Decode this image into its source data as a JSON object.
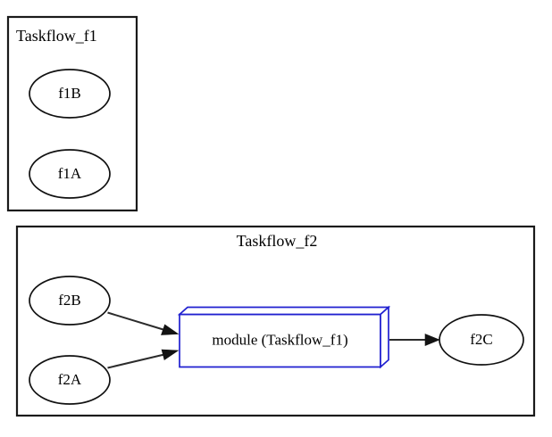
{
  "diagram": {
    "type": "graphviz-digraph",
    "background_color": "#ffffff",
    "default_stroke_color": "#111111",
    "accent_color": "#2020d0",
    "clusters": [
      {
        "id": "cluster_f1",
        "label": "Taskflow_f1",
        "label_align": "left",
        "nodes": [
          "f1B",
          "f1A"
        ]
      },
      {
        "id": "cluster_f2",
        "label": "Taskflow_f2",
        "label_align": "center",
        "nodes": [
          "f2B",
          "f2A",
          "module",
          "f2C"
        ]
      }
    ],
    "nodes": [
      {
        "id": "f1B",
        "label": "f1B",
        "shape": "ellipse",
        "cluster": "cluster_f1"
      },
      {
        "id": "f1A",
        "label": "f1A",
        "shape": "ellipse",
        "cluster": "cluster_f1"
      },
      {
        "id": "f2B",
        "label": "f2B",
        "shape": "ellipse",
        "cluster": "cluster_f2"
      },
      {
        "id": "f2A",
        "label": "f2A",
        "shape": "ellipse",
        "cluster": "cluster_f2"
      },
      {
        "id": "module",
        "label": "module (Taskflow_f1)",
        "shape": "box3d",
        "color": "#2020d0",
        "cluster": "cluster_f2"
      },
      {
        "id": "f2C",
        "label": "f2C",
        "shape": "ellipse",
        "cluster": "cluster_f2"
      }
    ],
    "edges": [
      {
        "from": "f2B",
        "to": "module",
        "arrowhead": "normal"
      },
      {
        "from": "f2A",
        "to": "module",
        "arrowhead": "normal"
      },
      {
        "from": "module",
        "to": "f2C",
        "arrowhead": "normal"
      }
    ]
  }
}
